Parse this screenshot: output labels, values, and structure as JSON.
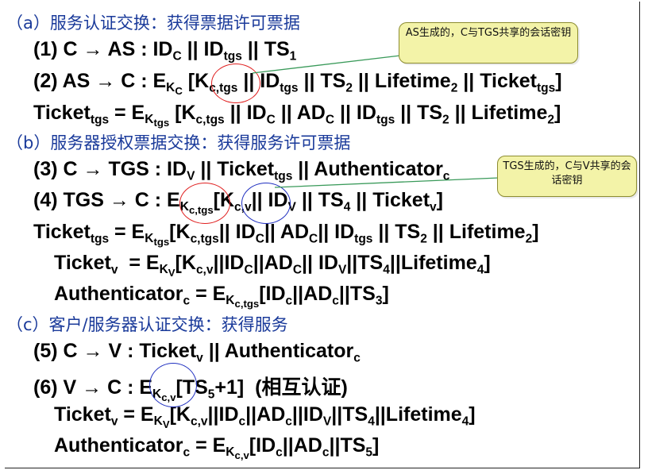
{
  "headings": {
    "a": "（a）服务认证交换：获得票据许可票据",
    "b": "（b）服务器授权票据交换：获得服务许可票据",
    "c": "（c）客户/服务器认证交换：获得服务"
  },
  "callouts": {
    "as": "AS生成的，C与TGS共享的会话密钥",
    "tgs": "TGS生成的，C与V共享的会话密钥"
  },
  "formulas": {
    "f1": [
      "(1) C → AS : ID",
      "C",
      " || ID",
      "tgs",
      " || TS",
      "1"
    ],
    "f2": [
      "(2) AS → C : E",
      "K",
      "C",
      " [K",
      "c,tgs",
      " || ID",
      "tgs",
      " || TS",
      "2",
      " || Lifetime",
      "2",
      " || Ticket",
      "tgs",
      "]"
    ],
    "f2b": [
      "Ticket",
      "tgs",
      " = E",
      "K",
      "tgs",
      " [K",
      "c,tgs",
      " || ID",
      "C",
      " || AD",
      "C",
      " || ID",
      "tgs",
      " || TS",
      "2",
      " || Lifetime",
      "2",
      "]"
    ],
    "f3": [
      "(3) C → TGS : ID",
      "V",
      " || Ticket",
      "tgs",
      " || Authenticator",
      "c"
    ],
    "f4": [
      "(4) TGS → C : E",
      "K",
      "c,tgs",
      "[K",
      "c,v",
      "|| ID",
      "V",
      " || TS",
      "4",
      " || Ticket",
      "v",
      "]"
    ],
    "f4b": [
      "Ticket",
      "tgs",
      " = E",
      "K",
      "tgs",
      "[K",
      "c,tgs",
      "|| ID",
      "C",
      "|| AD",
      "C",
      "|| ID",
      "tgs",
      " || TS",
      "2",
      " || Lifetime",
      "2",
      "]"
    ],
    "f4c": [
      "Ticket",
      "v",
      "  = E",
      "K",
      "V",
      "[K",
      "c,v",
      "||ID",
      "C",
      "||AD",
      "C",
      "|| ID",
      "V",
      "||TS",
      "4",
      "||Lifetime",
      "4",
      "]"
    ],
    "f4d": [
      "Authenticator",
      "c",
      " = E",
      "K",
      "c,tgs",
      "[ID",
      "c",
      "||AD",
      "c",
      "||TS",
      "3",
      "]"
    ],
    "f5": [
      "(5) C → V : Ticket",
      "v",
      " || Authenticator",
      "c"
    ],
    "f6": [
      "(6) V → C : E",
      "K",
      "c,v",
      "[TS",
      "5",
      "+1]  (相互认证)"
    ],
    "f6b": [
      "Ticket",
      "v",
      " = E",
      "K",
      "V",
      "[K",
      "c,v",
      "||ID",
      "c",
      "||AD",
      "c",
      "||ID",
      "V",
      "||TS",
      "4",
      "||Lifetime",
      "4",
      "]"
    ],
    "f6c": [
      "Authenticator",
      "c",
      " = E",
      "K",
      "c,v",
      "[ID",
      "c",
      "||AD",
      "c",
      "||TS",
      "5",
      "]"
    ]
  }
}
